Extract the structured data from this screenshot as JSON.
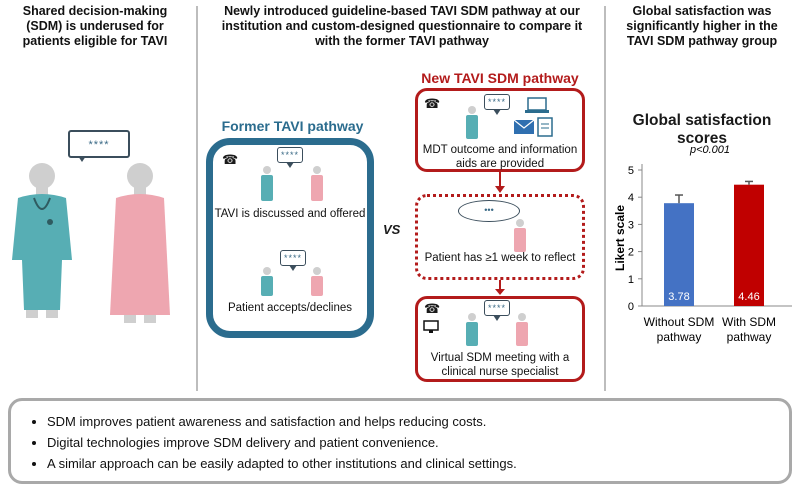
{
  "headers": {
    "left": "Shared decision-making (SDM) is underused for patients eligible for TAVI",
    "middle": "Newly introduced guideline-based TAVI SDM pathway at our institution and custom-designed questionnaire to compare it with the former TAVI pathway",
    "right": "Global satisfaction was significantly higher in the TAVI SDM pathway group"
  },
  "left_panel": {
    "bubble_text": "****"
  },
  "former_pathway": {
    "title": "Former TAVI pathway",
    "steps": [
      {
        "text": "TAVI is discussed and offered",
        "bubble": "****"
      },
      {
        "text": "Patient accepts/declines",
        "bubble": "****"
      }
    ]
  },
  "vs_label": "VS",
  "new_pathway": {
    "title": "New TAVI SDM pathway",
    "steps": [
      {
        "text": "MDT outcome and information aids are provided",
        "bubble": "****"
      },
      {
        "text": "Patient has ≥1 week to reflect",
        "bubble": "•••"
      },
      {
        "text": "Virtual SDM meeting with a clinical nurse specialist",
        "bubble": "****"
      }
    ]
  },
  "colors": {
    "former": "#2b6c8e",
    "new": "#b31b1b",
    "bar1": "#4472c4",
    "bar2": "#c00000"
  },
  "chart_data": {
    "type": "bar",
    "title": "Global satisfaction scores",
    "ylabel": "Likert scale",
    "xlabel": "",
    "categories": [
      "Without SDM pathway",
      "With SDM pathway"
    ],
    "values": [
      3.78,
      4.46
    ],
    "errors": [
      0.3,
      0.12
    ],
    "value_labels": [
      "3.78",
      "4.46"
    ],
    "ylim": [
      0,
      5
    ],
    "yticks": [
      0,
      1,
      2,
      3,
      4,
      5
    ],
    "annotation": "p<0.001",
    "grid": false,
    "legend": "none"
  },
  "summary": [
    "SDM improves patient awareness and satisfaction and helps reducing costs.",
    "Digital technologies improve SDM delivery and patient convenience.",
    "A similar approach can be easily adapted to other institutions and clinical settings."
  ]
}
